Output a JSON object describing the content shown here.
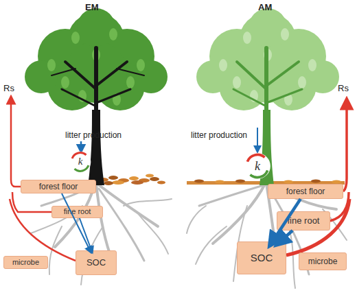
{
  "diagram": {
    "nodes": [
      {
        "text": [
          "k"
        ]
      },
      {
        "text": [
          "forest floor"
        ]
      },
      {
        "text": [
          "fine root"
        ]
      },
      {
        "text": [
          "microbe"
        ]
      },
      {
        "text": [
          "SOC"
        ]
      },
      {
        "text": [
          "k"
        ]
      },
      {
        "text": [
          "forest floor"
        ]
      },
      {
        "text": [
          "fine root"
        ]
      },
      {
        "text": [
          "SOC"
        ]
      },
      {
        "text": [
          "microbe"
        ]
      }
    ],
    "edges": [
      {
        "from": 1,
        "to": 4,
        "arrow": "to"
      },
      {
        "from": 2,
        "to": 4,
        "arrow": "to"
      },
      {
        "from": 6,
        "to": 8,
        "arrow": "to"
      },
      {
        "from": 7,
        "to": 8,
        "arrow": "to"
      }
    ],
    "labels": [
      "EM",
      "AM",
      "Rs",
      "litter production",
      "litter production",
      "Rs"
    ]
  }
}
